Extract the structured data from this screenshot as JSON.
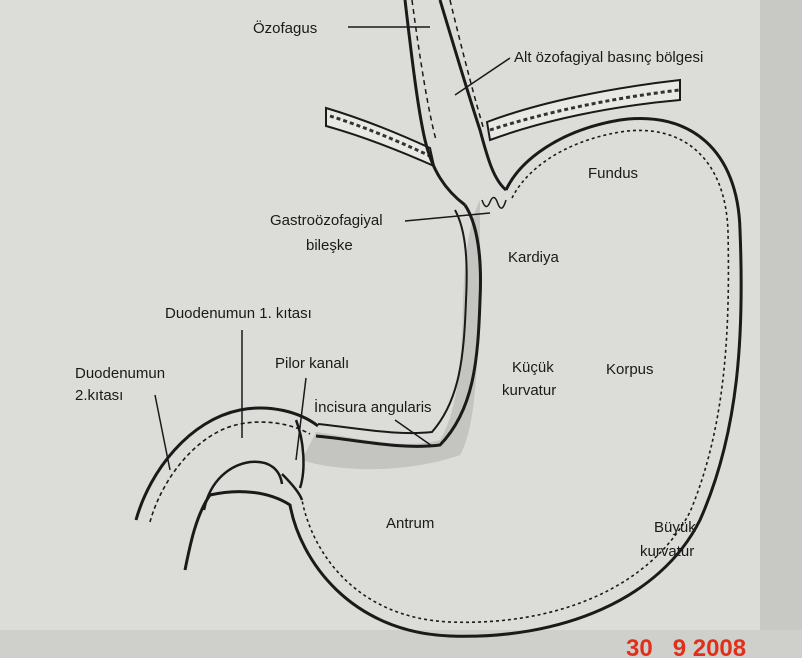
{
  "labels": {
    "esophagus": "Özofagus",
    "lower_esophageal_pressure_zone": "Alt özofagiyal basınç bölgesi",
    "fundus": "Fundus",
    "gastroesophageal_junction_line1": "Gastroözofagiyal",
    "gastroesophageal_junction_line2": "bileşke",
    "cardia": "Kardiya",
    "duodenum_first_part": "Duodenumun 1. kıtası",
    "duodenum_second_part_line1": "Duodenumun",
    "duodenum_second_part_line2": "2.kıtası",
    "pyloric_canal": "Pilor kanalı",
    "lesser_curvature_line1": "Küçük",
    "lesser_curvature_line2": "kurvatur",
    "corpus": "Korpus",
    "angular_incisure": "İncisura angularis",
    "antrum": "Antrum",
    "greater_curvature_line1": "Büyük",
    "greater_curvature_line2": "kurvatur"
  },
  "date_stamp": "30   9 2008",
  "colors": {
    "paper": "#dcdcd8",
    "ink": "#1a1a1a",
    "mucosa": "#b8b8b4",
    "stamp": "#e0301c"
  }
}
